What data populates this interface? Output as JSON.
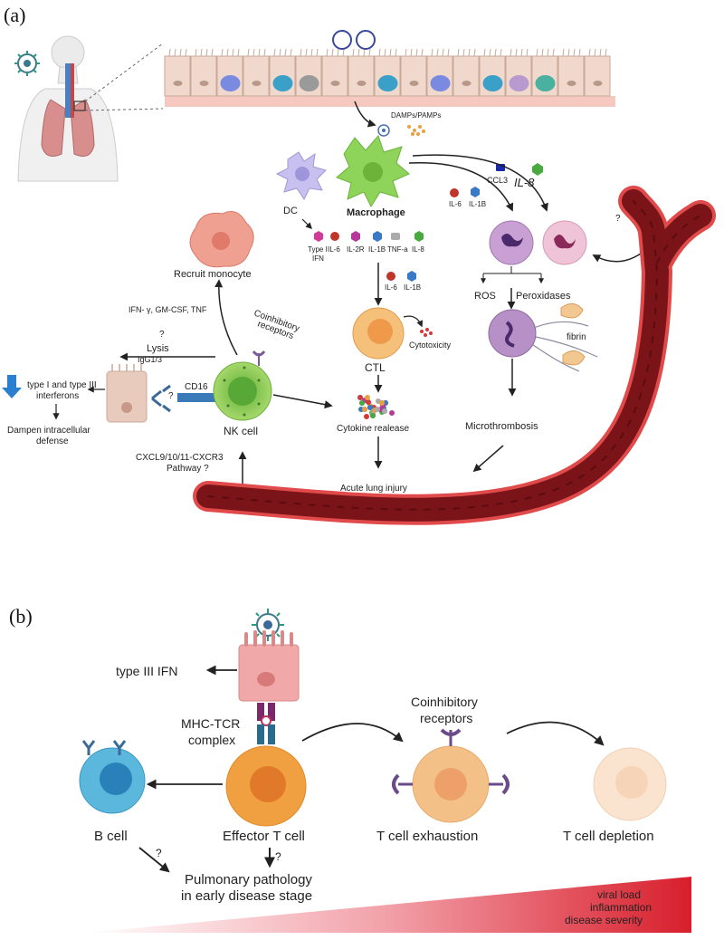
{
  "panel_a": {
    "panel_label": "(a)",
    "damps_pamps": "DAMPs/PAMPs",
    "dc": "DC",
    "macrophage": "Macrophage",
    "ccl3": "CCL3",
    "il8_big": "IL-8",
    "il6_a": "IL-6",
    "il1b_a": "IL-1B",
    "question_vessel": "?",
    "cytokines": [
      "Type I IFN",
      "IL-6",
      "IL-2R",
      "IL-1B",
      "TNF-a",
      "IL-8"
    ],
    "cyt_type1_line1": "Type I",
    "cyt_type1_line2": "IFN",
    "recruit_monocyte": "Recruit monocyte",
    "il6_b": "IL-6",
    "il1b_b": "IL-1B",
    "ros": "ROS",
    "peroxidases": "Peroxidases",
    "fibrin": "fibrin",
    "ifn_gmcsf_tnf": "IFN- γ, GM-CSF, TNF",
    "coinhib_line1": "Coinhibitory",
    "coinhib_line2": "receptors",
    "question_lysis": "?",
    "lysis": "Lysis",
    "cytotoxicity": "Cytotoxicity",
    "ctl": "CTL",
    "igg": "IgG1/3",
    "cd16": "CD16",
    "question_cd16": "?",
    "interferons_line1": "type I and type III",
    "interferons_line2": "interferons",
    "dampen_line1": "Dampen intracellular",
    "dampen_line2": "defense",
    "nk_cell": "NK cell",
    "cytokine_release": "Cytokine realease",
    "microthrombosis": "Microthrombosis",
    "cxcl_line1": "CXCL9/10/11-CXCR3",
    "cxcl_line2": "Pathway ?",
    "acute_lung_injury": "Acute lung injury"
  },
  "panel_b": {
    "panel_label": "(b)",
    "type3_ifn": "type III IFN",
    "coinhib_line1": "Coinhibitory",
    "coinhib_line2": "receptors",
    "mhc_line1": "MHC-TCR",
    "mhc_line2": "complex",
    "b_cell": "B cell",
    "effector_t": "Effector T cell",
    "t_exhaustion": "T cell exhaustion",
    "t_depletion": "T cell depletion",
    "question_b": "?",
    "question_t": "?",
    "pulm_line1": "Pulmonary pathology",
    "pulm_line2": "in early disease stage",
    "severity_line1": "viral load",
    "severity_line2": "inflammation",
    "severity_line3": "disease severity"
  },
  "colors": {
    "vessel": "#7a1418",
    "epithelium": "#f0d9cc",
    "nk_green": "#8fcc4f",
    "ctl_orange": "#f3b35c",
    "bcell_blue": "#5cb7dd",
    "neutrophil_purple": "#b98ac6",
    "severity_red": "#d81e2c"
  }
}
